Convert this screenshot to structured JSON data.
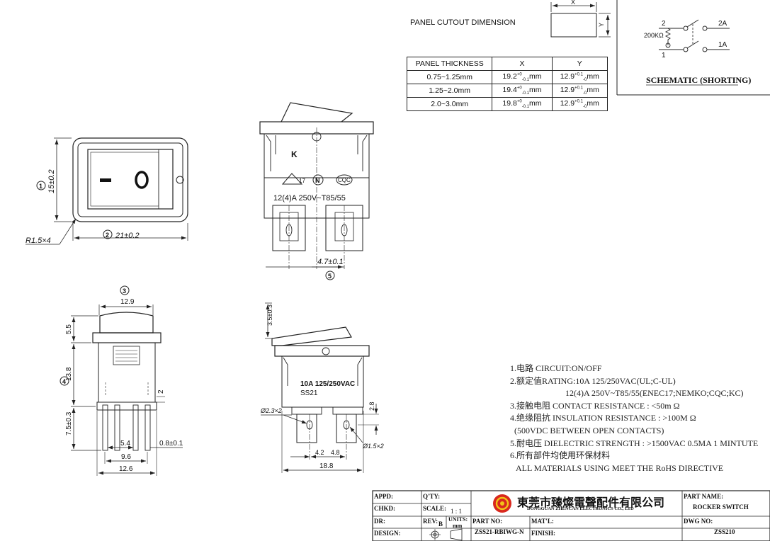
{
  "cutout": {
    "title": "PANEL CUTOUT DIMENSION",
    "x_label": "X",
    "y_label": "Y",
    "headers": [
      "PANEL THICKNESS",
      "X",
      "Y"
    ],
    "rows": [
      {
        "thickness": "0.75~1.25mm",
        "x": "19.2",
        "y": "12.9"
      },
      {
        "thickness": "1.25~2.0mm",
        "x": "19.4",
        "y": "12.9"
      },
      {
        "thickness": "2.0~3.0mm",
        "x": "19.8",
        "y": "12.9"
      }
    ],
    "x_tol_plus": "+0",
    "x_tol_minus": "-0.1",
    "y_tol_plus": "+0.1",
    "y_tol_minus": "-0",
    "unit": "mm"
  },
  "schematic": {
    "title": "SCHEMATIC (SHORTING)",
    "pin2": "2",
    "pin1": "1",
    "pin2a": "2A",
    "pin1a": "1A",
    "resistor": "200KΩ"
  },
  "front_view": {
    "height_dim": "15±0.2",
    "width_dim": "21±0.2",
    "radius_dim": "R1.5×4",
    "balloon_1": "1",
    "balloon_2": "2",
    "off_mark": "—",
    "on_mark": "O"
  },
  "top_view": {
    "rating": "12(4)A  250V~T85/55",
    "cert_ce_mark": "17",
    "cert_n": "N",
    "cert_cqc": "CQC",
    "pitch_dim": "4.7±0.1",
    "balloon_5": "5"
  },
  "side_view_left": {
    "balloon_3": "3",
    "balloon_4": "4",
    "top_width": "12.9",
    "dim_55": "5.5",
    "dim_138": "13.8",
    "dim_75": "7.5±0.3",
    "dim_2": "2",
    "dim_54": "5.4",
    "dim_08": "0.8±0.1",
    "dim_96": "9.6",
    "dim_126": "12.6"
  },
  "side_view_right": {
    "dim_35": "3.5±0.3",
    "label_rating": "10A 125/250VAC",
    "label_model": "SS21",
    "hole_small": "Ø2.3×2",
    "hole_large": "Ø1.5×2",
    "dim_28": "2.8",
    "dim_42": "4.2",
    "dim_48": "4.8",
    "dim_188": "18.8"
  },
  "notes": [
    "1.电路  CIRCUIT:ON/OFF",
    "2.额定值RATING:10A 125/250VAC(UL;C-UL)",
    "12(4)A 250V~T85/55(ENEC17;NEMKO;CQC;KC)",
    "3.接触电阻  CONTACT RESISTANCE  : <50m Ω",
    "4.绝缘阻抗 INSULATION RESISTANCE   : >100M Ω",
    "(500VDC BETWEEN OPEN CONTACTS)",
    "5.耐电压 DIELECTRIC STRENGTH    : >1500VAC 0.5MA 1 MINTUTE",
    "6.所有部件均使用环保材料",
    "ALL MATERIALS USING MEET THE RoHS DIRECTIVE"
  ],
  "title_block": {
    "appd": "APPD:",
    "chkd": "CHKD:",
    "dr": "DR:",
    "design": "DESIGN:",
    "qty": "Q'TY:",
    "scale": "SCALE:",
    "scale_value": "1 : 1",
    "rev": "REV:",
    "rev_value": "B",
    "units": "UNITS:",
    "units_value": "mm",
    "company_cn": "東莞市臻燦電聲配件有限公司",
    "company_en": "DONGGUAN ZHENCAN ELECTRONICS CO., LTD",
    "part_no_label": "PART NO:",
    "part_no": "ZSS21-RBIWG-N",
    "matl": "MAT'L:",
    "finish": "FINISH:",
    "part_name_label": "PART NAME:",
    "part_name": "ROCKER SWITCH",
    "dwg_no_label": "DWG NO:",
    "dwg_no": "ZSS210"
  },
  "colors": {
    "line": "#222222",
    "logo_red": "#d9281e",
    "logo_yellow": "#f2c218"
  }
}
